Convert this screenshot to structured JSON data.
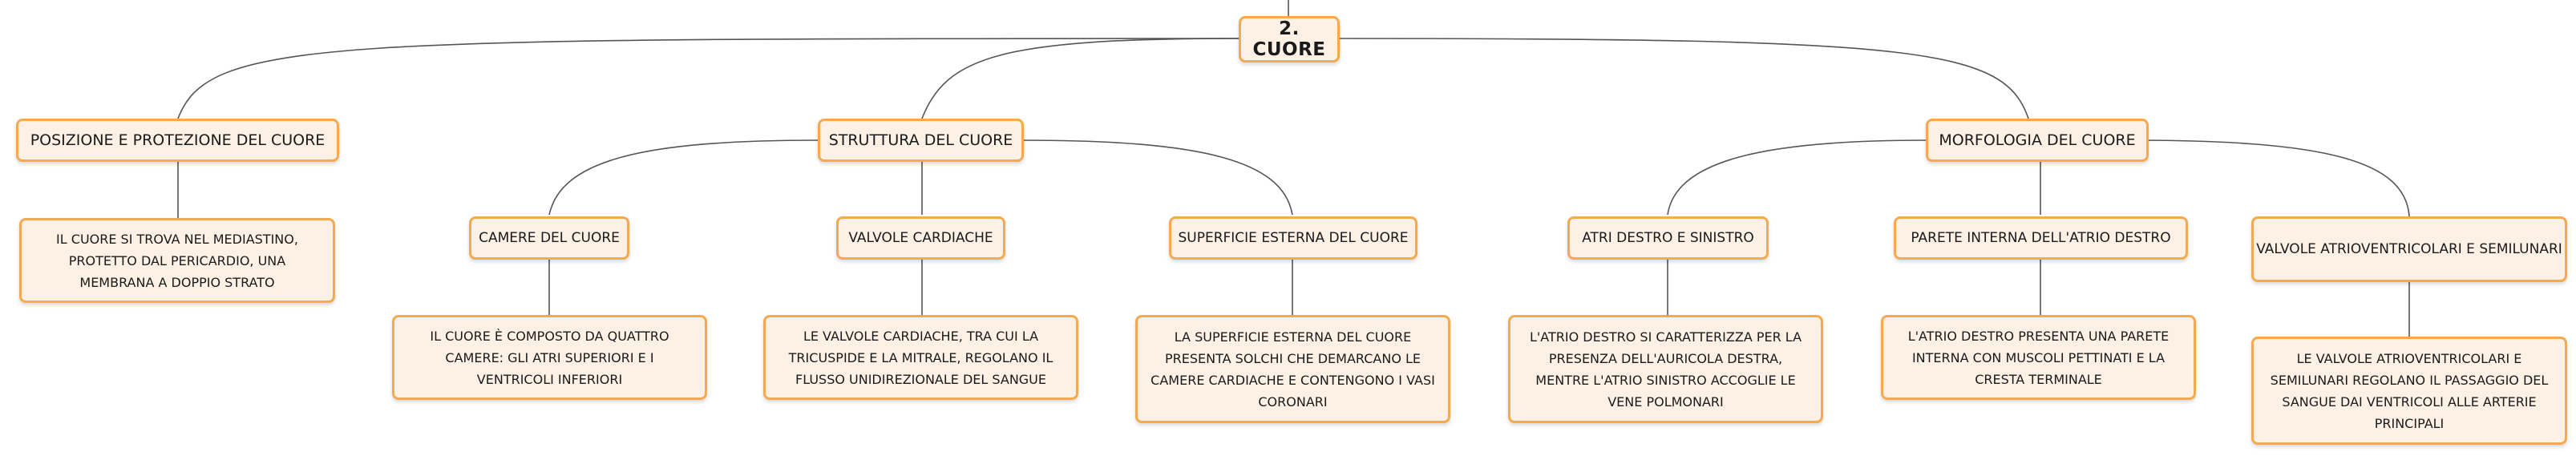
{
  "root": {
    "label": "2. CUORE"
  },
  "branches": [
    {
      "label": "POSIZIONE E PROTEZIONE DEL CUORE",
      "note": "IL CUORE SI TROVA NEL MEDIASTINO, PROTETTO DAL PERICARDIO, UNA MEMBRANA A DOPPIO STRATO"
    },
    {
      "label": "STRUTTURA DEL CUORE",
      "children": [
        {
          "label": "CAMERE DEL CUORE",
          "note": "IL CUORE È COMPOSTO DA QUATTRO CAMERE: GLI ATRI SUPERIORI E I VENTRICOLI INFERIORI"
        },
        {
          "label": "VALVOLE CARDIACHE",
          "note": "LE VALVOLE CARDIACHE, TRA CUI LA TRICUSPIDE E LA MITRALE, REGOLANO IL FLUSSO UNIDIREZIONALE DEL SANGUE"
        },
        {
          "label": "SUPERFICIE ESTERNA DEL CUORE",
          "note": "LA SUPERFICIE ESTERNA DEL CUORE PRESENTA SOLCHI CHE DEMARCANO LE CAMERE CARDIACHE E CONTENGONO I VASI CORONARI"
        }
      ]
    },
    {
      "label": "MORFOLOGIA DEL CUORE",
      "children": [
        {
          "label": "ATRI DESTRO E SINISTRO",
          "note": "L'ATRIO DESTRO SI CARATTERIZZA PER LA PRESENZA DELL'AURICOLA DESTRA, MENTRE L'ATRIO SINISTRO ACCOGLIE LE VENE POLMONARI"
        },
        {
          "label": "PARETE INTERNA DELL'ATRIO DESTRO",
          "note": "L'ATRIO DESTRO PRESENTA UNA PARETE INTERNA CON MUSCOLI PETTINATI E LA CRESTA TERMINALE"
        },
        {
          "label": "VALVOLE ATRIOVENTRICOLARI E SEMILUNARI",
          "note": "LE VALVOLE ATRIOVENTRICOLARI E SEMILUNARI REGOLANO IL PASSAGGIO DEL SANGUE DAI VENTRICOLI ALLE ARTERIE PRINCIPALI"
        }
      ]
    }
  ],
  "colors": {
    "node_border": "#f6a94f",
    "node_fill": "#fdf1e6",
    "connector": "#555555"
  }
}
